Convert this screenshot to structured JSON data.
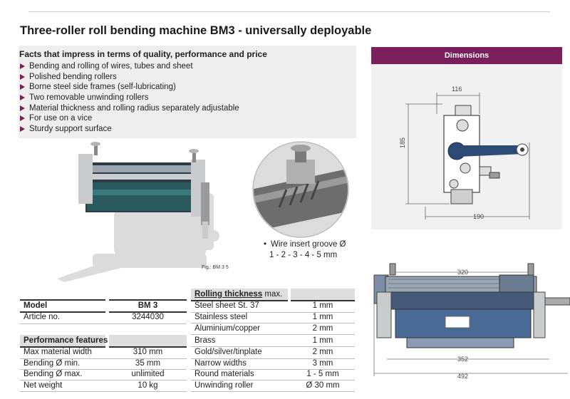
{
  "title": "Three-roller roll bending machine BM3 - universally deployable",
  "facts": {
    "heading": "Facts that impress in terms of quality, performance and price",
    "items": [
      "Bending and rolling of wires, tubes and sheet",
      "Polished bending rollers",
      "Borne steel side frames (self-lubricating)",
      "Two removable unwinding rollers",
      "Material thickness and rolling radius separately adjustable",
      "For use on a vice",
      "Sturdy support surface"
    ],
    "bullet_color": "#7a1f5a"
  },
  "groove_caption": {
    "line1": "Wire insert groove Ø",
    "line2": "1 - 2 - 3 - 4 - 5 mm"
  },
  "fig_label": "Fig.: BM 3 5",
  "model_table": {
    "model_label": "Model",
    "model_value": "BM 3",
    "article_label": "Article no.",
    "article_value": "3244030",
    "features_heading": "Performance features",
    "rows": [
      {
        "label": "Max material width",
        "value": "310 mm"
      },
      {
        "label": "Bending Ø min.",
        "value": "35 mm"
      },
      {
        "label": "Bending Ø max.",
        "value": "unlimited"
      },
      {
        "label": "Net weight",
        "value": "10 kg"
      }
    ]
  },
  "rolling_table": {
    "heading_bold": "Rolling thickness",
    "heading_normal": "max.",
    "rows": [
      {
        "label": "Steel sheet St. 37",
        "value": "1 mm"
      },
      {
        "label": "Stainless steel",
        "value": "1 mm"
      },
      {
        "label": "Aluminium/copper",
        "value": "2 mm"
      },
      {
        "label": "Brass",
        "value": "1 mm"
      },
      {
        "label": "Gold/silver/tinplate",
        "value": "2 mm"
      },
      {
        "label": "Narrow widths",
        "value": "3 mm"
      },
      {
        "label": "Round materials",
        "value": "1 - 5 mm"
      },
      {
        "label": "Unwinding roller",
        "value": "Ø 30 mm"
      }
    ]
  },
  "dimensions": {
    "header": "Dimensions",
    "header_color": "#7a1f5a",
    "side_width": "116",
    "side_height": "185",
    "side_depth": "190",
    "front_top": "320",
    "front_mid": "352",
    "front_total": "492"
  }
}
